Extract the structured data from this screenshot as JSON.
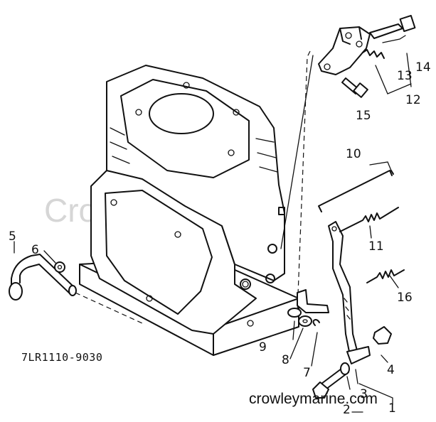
{
  "watermark": "Crowley Marine",
  "part_code": "7LR1110-9030",
  "website": "crowleymarine.com",
  "callouts": [
    "1",
    "2",
    "3",
    "4",
    "5",
    "6",
    "7",
    "8",
    "9",
    "10",
    "11",
    "12",
    "13",
    "14",
    "15",
    "16"
  ]
}
